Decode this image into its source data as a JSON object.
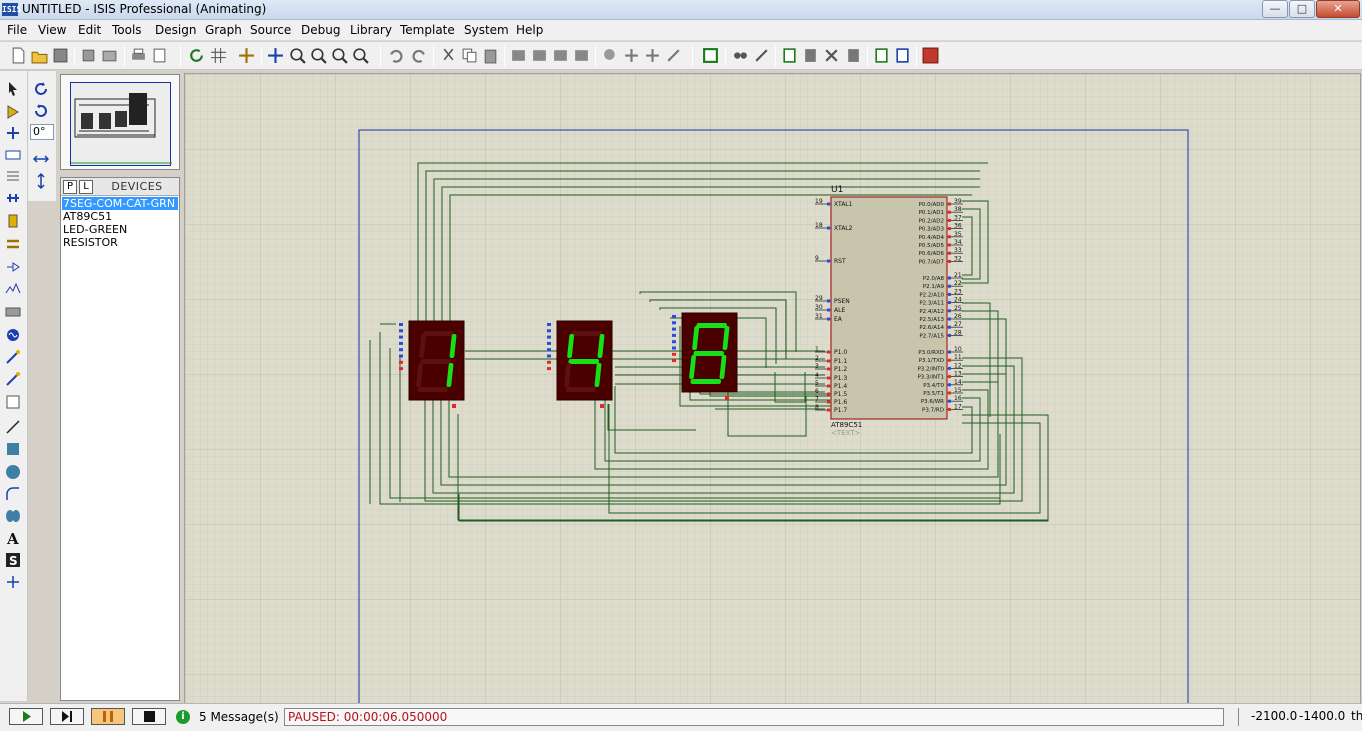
{
  "window": {
    "app_icon_text": "ISIS",
    "title": "UNTITLED - ISIS Professional (Animating)",
    "minimize": "—",
    "maximize": "□",
    "close": "✕"
  },
  "menu": [
    "File",
    "View",
    "Edit",
    "Tools",
    "Design",
    "Graph",
    "Source",
    "Debug",
    "Library",
    "Template",
    "System",
    "Help"
  ],
  "left_panel": {
    "rotation_value": "0°",
    "tabs": [
      "P",
      "L"
    ],
    "devices_title": "DEVICES",
    "devices": [
      "7SEG-COM-CAT-GRN",
      "AT89C51",
      "LED-GREEN",
      "RESISTOR"
    ],
    "selected_index": 0
  },
  "schematic": {
    "chip": {
      "ref": "U1",
      "part": "AT89C51",
      "text_placeholder": "<TEXT>",
      "left_pins": [
        {
          "num": "19",
          "name": "XTAL1"
        },
        {
          "num": "18",
          "name": "XTAL2"
        },
        {
          "num": "9",
          "name": "RST"
        },
        {
          "num": "29",
          "name": "PSEN"
        },
        {
          "num": "30",
          "name": "ALE"
        },
        {
          "num": "31",
          "name": "EA"
        },
        {
          "num": "1",
          "name": "P1.0"
        },
        {
          "num": "2",
          "name": "P1.1"
        },
        {
          "num": "3",
          "name": "P1.2"
        },
        {
          "num": "4",
          "name": "P1.3"
        },
        {
          "num": "5",
          "name": "P1.4"
        },
        {
          "num": "6",
          "name": "P1.5"
        },
        {
          "num": "7",
          "name": "P1.6"
        },
        {
          "num": "8",
          "name": "P1.7"
        }
      ],
      "right_pins": [
        {
          "num": "39",
          "name": "P0.0/AD0"
        },
        {
          "num": "38",
          "name": "P0.1/AD1"
        },
        {
          "num": "37",
          "name": "P0.2/AD2"
        },
        {
          "num": "36",
          "name": "P0.3/AD3"
        },
        {
          "num": "35",
          "name": "P0.4/AD4"
        },
        {
          "num": "34",
          "name": "P0.5/AD5"
        },
        {
          "num": "33",
          "name": "P0.6/AD6"
        },
        {
          "num": "32",
          "name": "P0.7/AD7"
        },
        {
          "num": "21",
          "name": "P2.0/A8"
        },
        {
          "num": "22",
          "name": "P2.1/A9"
        },
        {
          "num": "23",
          "name": "P2.2/A10"
        },
        {
          "num": "24",
          "name": "P2.3/A11"
        },
        {
          "num": "25",
          "name": "P2.4/A12"
        },
        {
          "num": "26",
          "name": "P2.5/A13"
        },
        {
          "num": "27",
          "name": "P2.6/A14"
        },
        {
          "num": "28",
          "name": "P2.7/A15"
        },
        {
          "num": "10",
          "name": "P3.0/RXD"
        },
        {
          "num": "11",
          "name": "P3.1/TXD"
        },
        {
          "num": "12",
          "name": "P3.2/INT0"
        },
        {
          "num": "13",
          "name": "P3.3/INT1"
        },
        {
          "num": "14",
          "name": "P3.4/T0"
        },
        {
          "num": "15",
          "name": "P3.5/T1"
        },
        {
          "num": "16",
          "name": "P3.6/WR"
        },
        {
          "num": "17",
          "name": "P3.7/RD"
        }
      ]
    },
    "displays": [
      {
        "digit": "1",
        "segments_on": [
          "b",
          "c"
        ]
      },
      {
        "digit": "4",
        "segments_on": [
          "b",
          "c",
          "f",
          "g"
        ]
      },
      {
        "digit": "8",
        "segments_on": [
          "a",
          "b",
          "c",
          "d",
          "e",
          "f",
          "g"
        ]
      }
    ],
    "colors": {
      "grid_bg": "#dddbcc",
      "grid_line": "#b9b7a4",
      "sheet_border": "#1c2fa8",
      "wire": "#1f5c1f",
      "chip_fill": "#c7c6ad",
      "chip_border": "#a30000",
      "display_body": "#4b0000",
      "segment_on": "#16e016",
      "segment_off": "#5c1010"
    }
  },
  "status": {
    "messages": "5 Message(s)",
    "info_icon": "i",
    "state": "PAUSED: 00:00:06.050000",
    "coord_x": "-2100.0",
    "coord_y": "-1400.0",
    "unit": "th"
  }
}
